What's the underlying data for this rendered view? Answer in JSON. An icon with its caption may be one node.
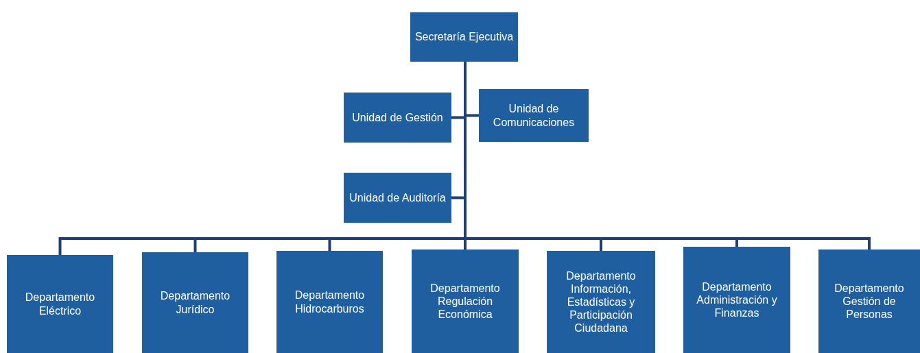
{
  "diagram": {
    "nodes": [
      {
        "text": [
          "Secretaría Ejecutiva"
        ]
      },
      {
        "text": [
          "Unidad de Gestión"
        ]
      },
      {
        "text": [
          "Unidad de Comunicaciones"
        ]
      },
      {
        "text": [
          "Unidad de Auditoría"
        ]
      },
      {
        "text": [
          "Departamento Eléctrico"
        ]
      },
      {
        "text": [
          "Departamento Jurídico"
        ]
      },
      {
        "text": [
          "Departamento Hidrocarburos"
        ]
      },
      {
        "text": [
          "Departamento Regulación Económica"
        ]
      },
      {
        "text": [
          "Departamento Información, Estadísticas y Participación Ciudadana"
        ]
      },
      {
        "text": [
          "Departamento Administración y Finanzas"
        ]
      },
      {
        "text": [
          "Departamento Gestión de Personas"
        ]
      }
    ],
    "edges": [
      {
        "from": 0,
        "to": 1,
        "arrow": "none"
      },
      {
        "from": 0,
        "to": 2,
        "arrow": "none"
      },
      {
        "from": 0,
        "to": 3,
        "arrow": "none"
      },
      {
        "from": 0,
        "to": 4,
        "arrow": "none"
      },
      {
        "from": 0,
        "to": 5,
        "arrow": "none"
      },
      {
        "from": 0,
        "to": 6,
        "arrow": "none"
      },
      {
        "from": 0,
        "to": 7,
        "arrow": "none"
      },
      {
        "from": 0,
        "to": 8,
        "arrow": "none"
      },
      {
        "from": 0,
        "to": 9,
        "arrow": "none"
      },
      {
        "from": 0,
        "to": 10,
        "arrow": "none"
      }
    ]
  }
}
